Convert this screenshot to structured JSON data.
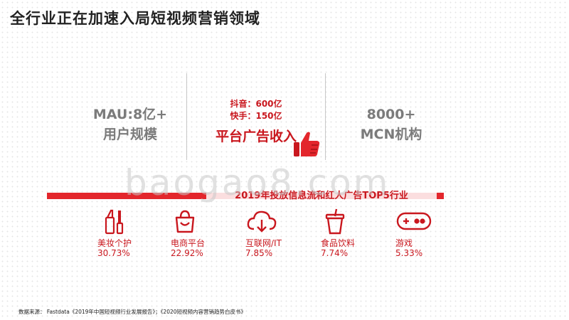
{
  "title": "全行业正在加速入局短视频营销领域",
  "stats": {
    "mau_line1": "MAU:8亿+",
    "mau_line2": "用户规模",
    "ad_line1": "抖音：600亿",
    "ad_line2": "快手：150亿",
    "ad_main": "平台广告收入",
    "mcn_line1": "8000+",
    "mcn_line2": "MCN机构"
  },
  "bar_label": "2019年投放信息流和红人广告TOP5行业",
  "industries": [
    {
      "name": "美妆个护",
      "pct": "30.73%",
      "icon": "cosmetics-icon"
    },
    {
      "name": "电商平台",
      "pct": "22.92%",
      "icon": "shopping-bag-icon"
    },
    {
      "name": "互联网/IT",
      "pct": "7.85%",
      "icon": "cloud-download-icon"
    },
    {
      "name": "食品饮料",
      "pct": "7.74%",
      "icon": "drink-cup-icon"
    },
    {
      "name": "游戏",
      "pct": "5.33%",
      "icon": "gamepad-icon"
    }
  ],
  "watermark": "baogao8.com",
  "source": "数据来源： Fastdata《2019年中国短视频行业发展报告》；《2020短视频内容营销趋势白皮书》",
  "colors": {
    "accent": "#c9171e",
    "bar": "#e3262c",
    "muted": "#7b7b7b"
  }
}
